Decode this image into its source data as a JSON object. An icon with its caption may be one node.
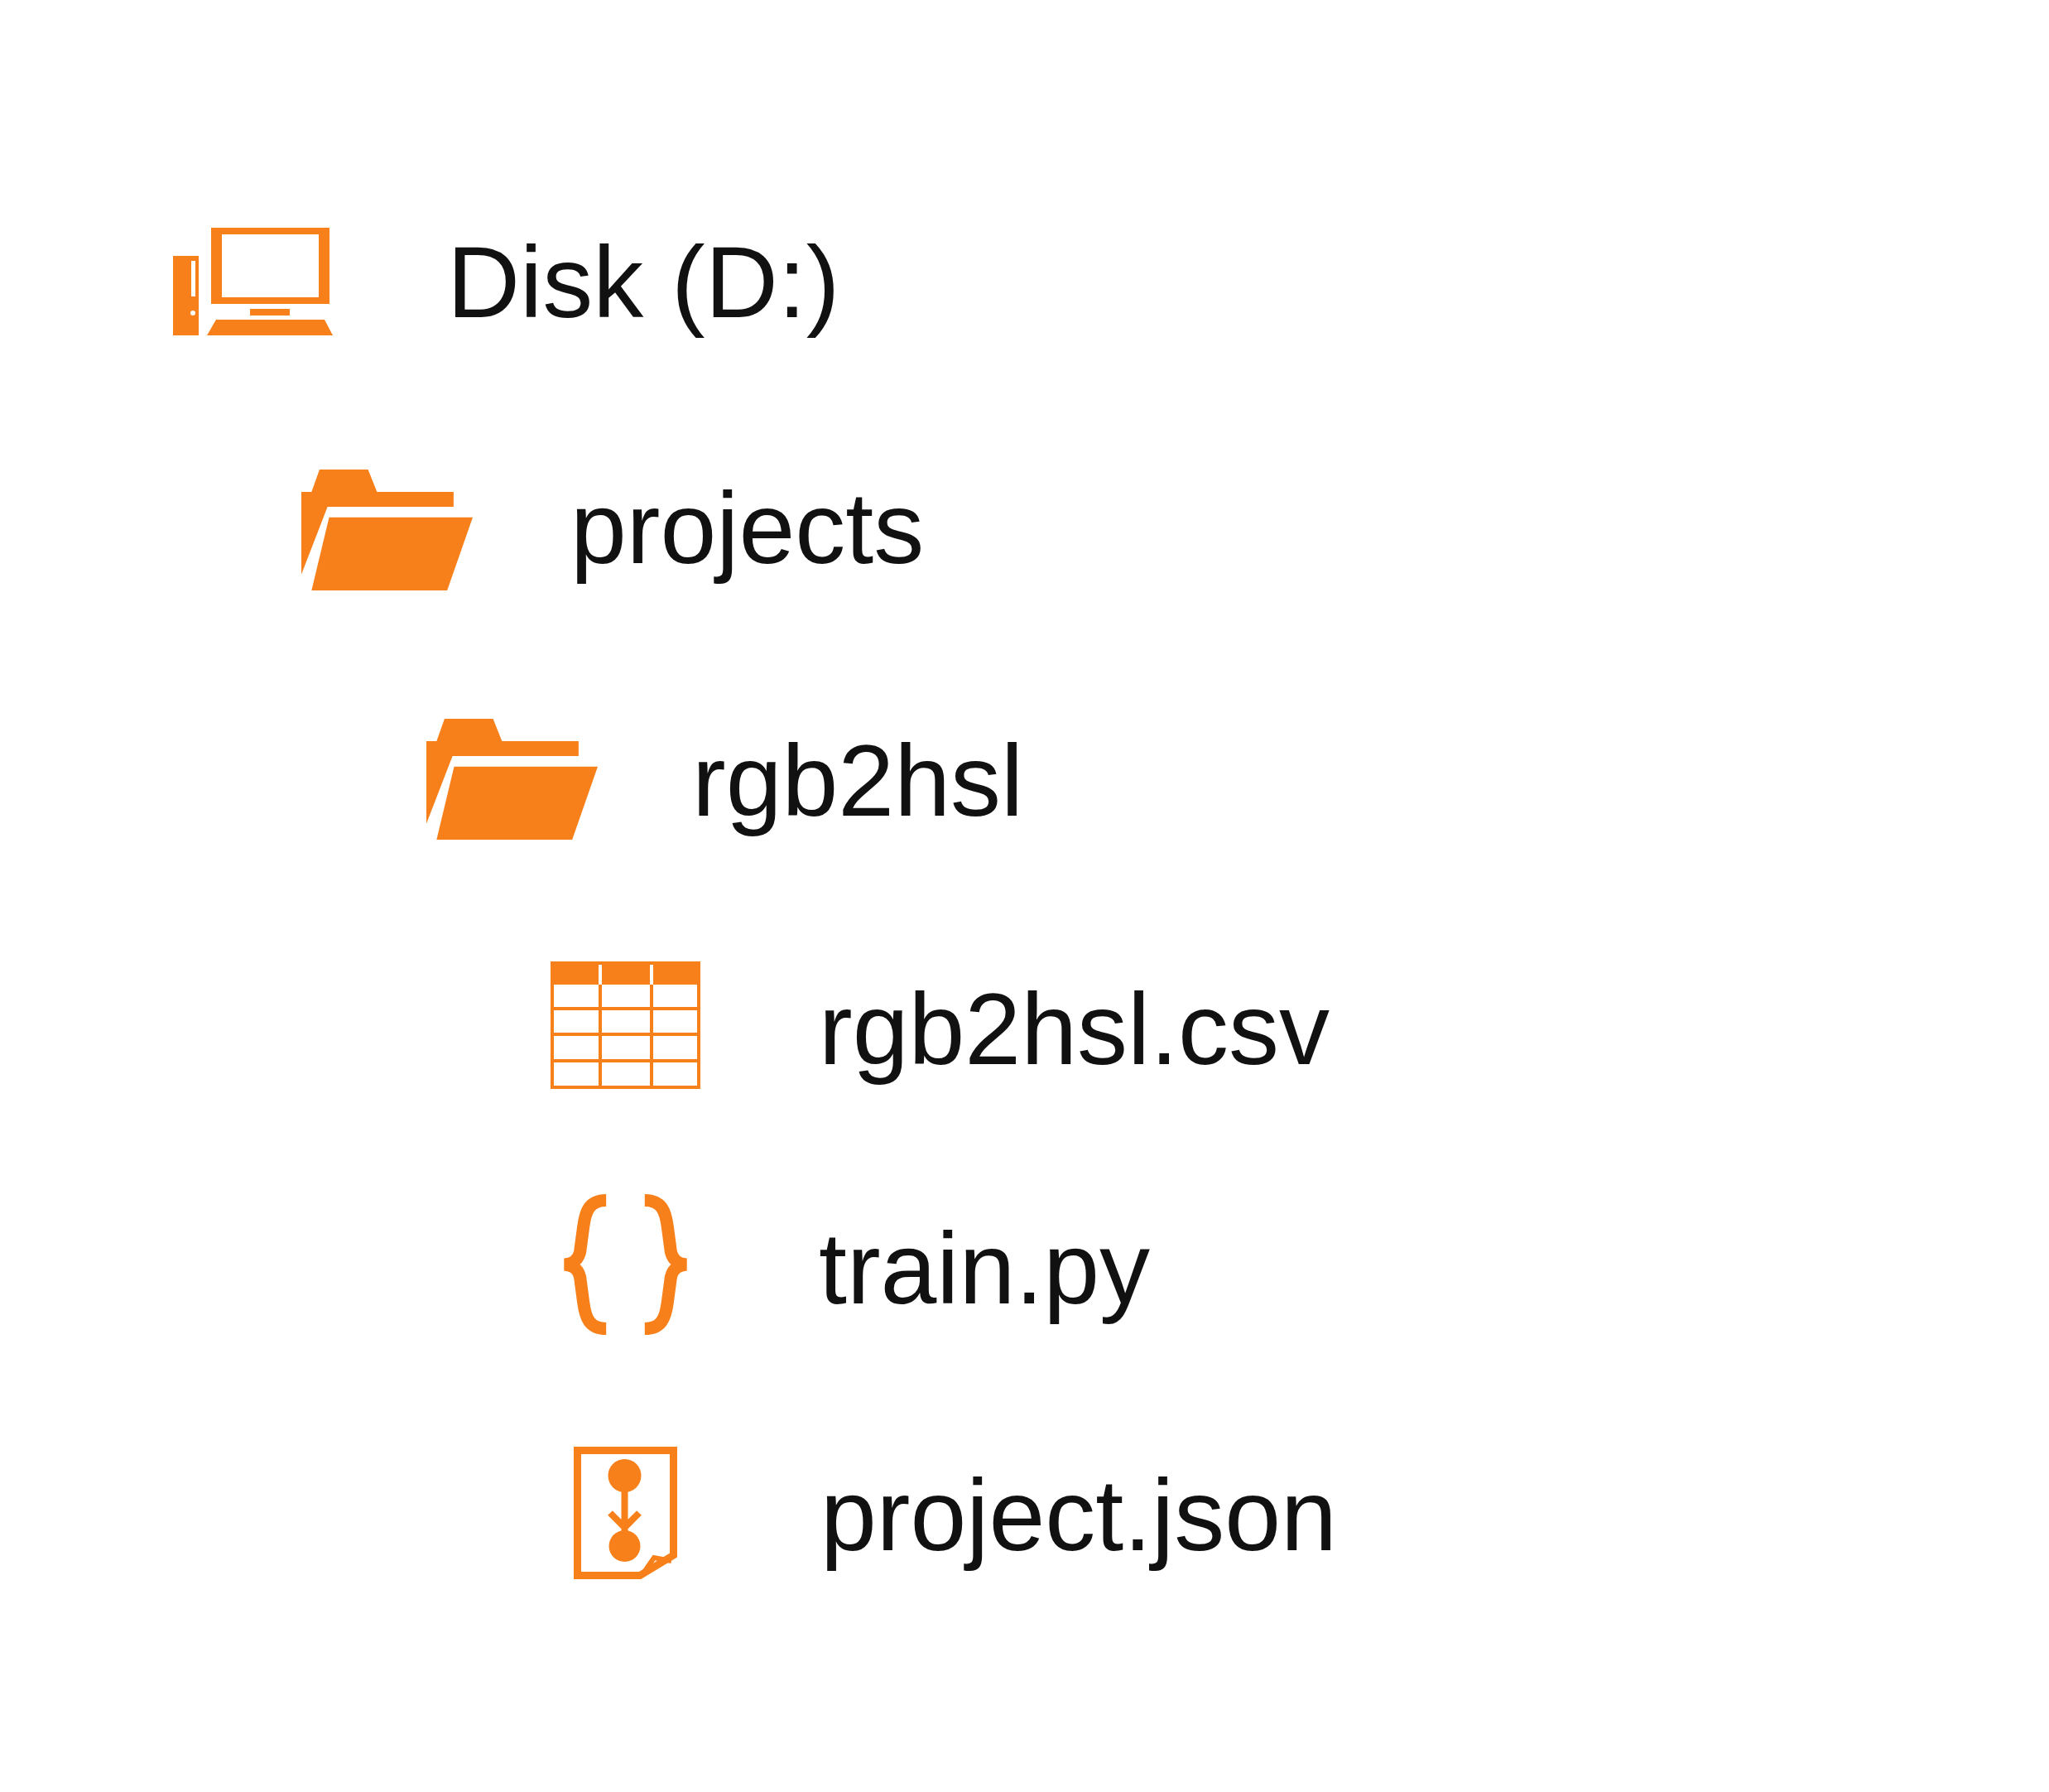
{
  "diagram": {
    "labels": [
      "Disk (D:)",
      "projects",
      "rgb2hsl",
      "rgb2hsl.csv",
      "train.py",
      "project.json"
    ]
  }
}
